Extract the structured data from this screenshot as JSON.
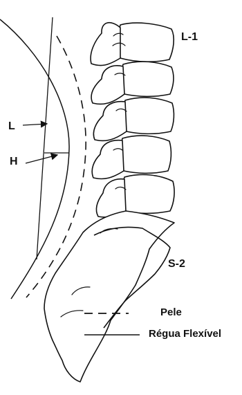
{
  "labels": {
    "l1": "L-1",
    "s2": "S-2",
    "l": "L",
    "h": "H"
  },
  "legend": {
    "skin": "Pele",
    "ruler": "Régua Flexível"
  },
  "colors": {
    "ink": "#111111",
    "paper": "#ffffff"
  }
}
